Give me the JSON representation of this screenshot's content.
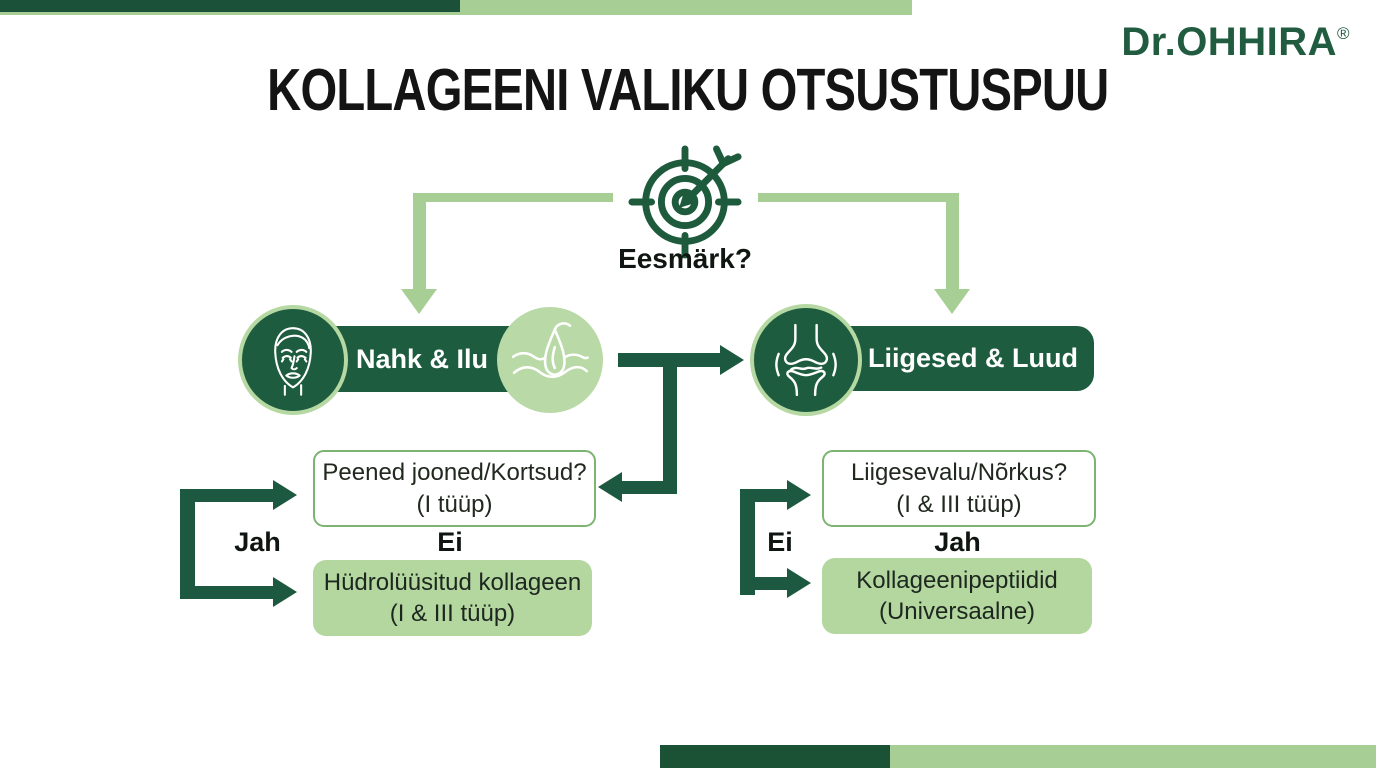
{
  "header": {
    "title": "KOLLAGEENI VALIKU OTSUSTUSPUU",
    "brand_name": "Dr.OHHIRA",
    "brand_mark": "®"
  },
  "root": {
    "question_label": "Eesmärk?",
    "icon": "target-icon"
  },
  "left_branch": {
    "title": "Nahk & Ilu",
    "icons": [
      "face-icon",
      "skin-hair-icon"
    ],
    "question_line1": "Peened jooned/Kortsud?",
    "question_line2": "(I tüüp)",
    "yes_label": "Jah",
    "no_label": "Ei",
    "result_line1": "Hüdrolüüsitud kollageen",
    "result_line2": "(I & III tüüp)"
  },
  "right_branch": {
    "title": "Liigesed & Luud",
    "icons": [
      "joint-icon"
    ],
    "question_line1": "Liigesevalu/Nõrkus?",
    "question_line2": "(I & III tüüp)",
    "no_label": "Ei",
    "yes_label": "Jah",
    "result_line1": "Kollageenipeptiidid",
    "result_line2": "(Universaalne)"
  },
  "colors": {
    "dark_green": "#1d5c3e",
    "bar_dark_green": "#1b5138",
    "arrow_dark_green": "#1d5940",
    "light_green": "#a7ce95",
    "result_green": "#b3d79f",
    "circle_light_green": "#b9d9a6",
    "box_border_green": "#7eb471",
    "logo_green": "#215c41",
    "title_black": "#141414"
  }
}
